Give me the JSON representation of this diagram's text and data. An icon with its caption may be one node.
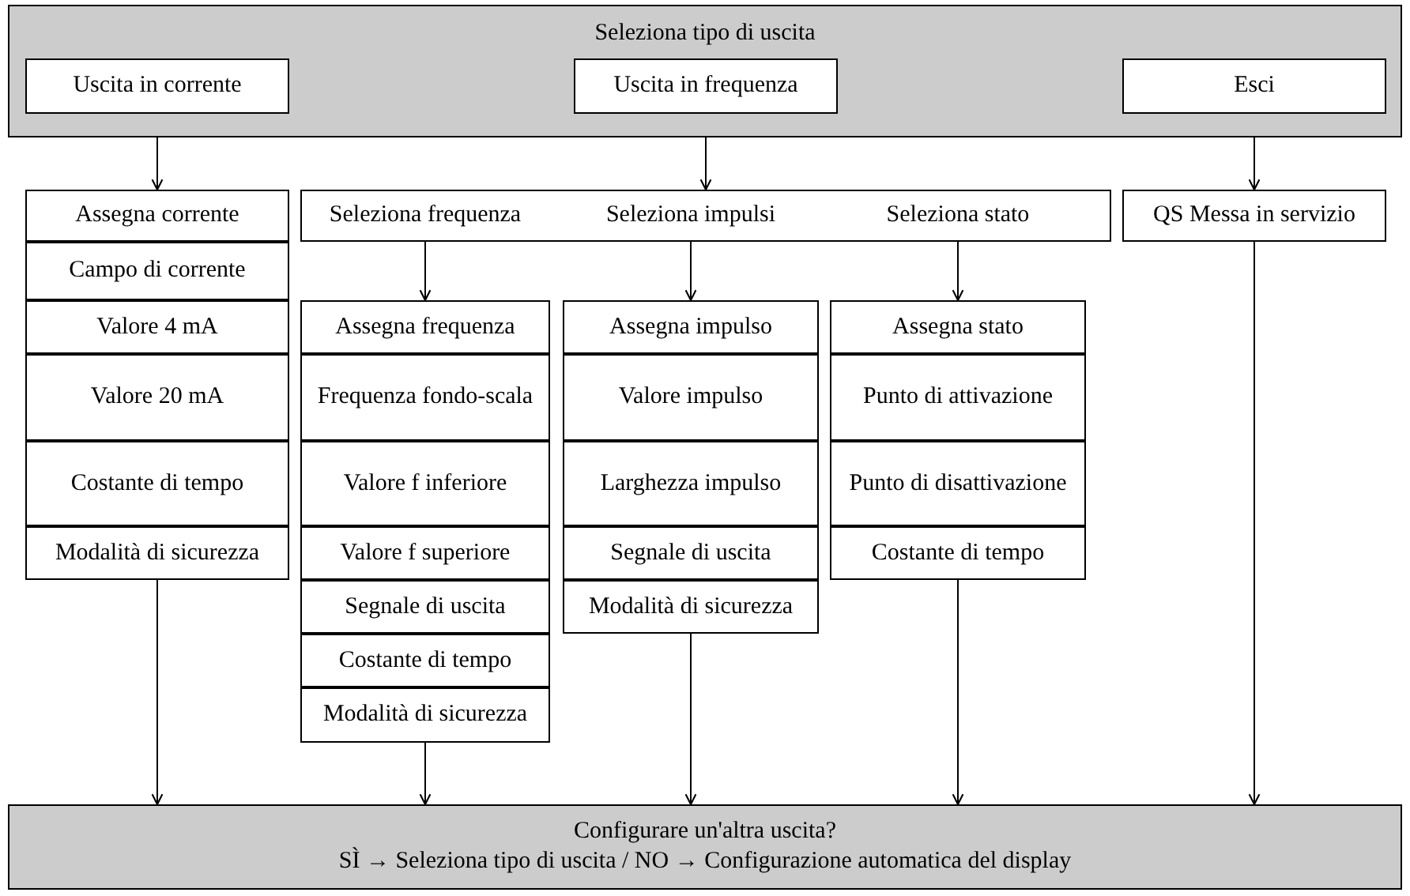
{
  "diagram": {
    "nodes": [
      {
        "text": [
          "Seleziona tipo di uscita"
        ]
      },
      {
        "text": [
          "Uscita in corrente"
        ],
        "in": 0
      },
      {
        "text": [
          "Uscita in frequenza"
        ],
        "in": 0
      },
      {
        "text": [
          "Esci"
        ],
        "in": 0
      },
      {
        "text": [
          "Assegna corrente"
        ]
      },
      {
        "text": [
          "Campo di corrente"
        ]
      },
      {
        "text": [
          "Valore 4 mA"
        ]
      },
      {
        "text": [
          "Valore 20 mA"
        ]
      },
      {
        "text": [
          "Costante di tempo"
        ]
      },
      {
        "text": [
          "Modalità di sicurezza"
        ]
      },
      {
        "text": [
          "Seleziona frequenza",
          "Seleziona impulsi",
          "Seleziona stato"
        ]
      },
      {
        "text": [
          "QS Messa in servizio"
        ]
      },
      {
        "text": [
          "Assegna frequenza"
        ]
      },
      {
        "text": [
          "Frequenza fondo-scala"
        ]
      },
      {
        "text": [
          "Valore f inferiore"
        ]
      },
      {
        "text": [
          "Valore f superiore"
        ]
      },
      {
        "text": [
          "Segnale di uscita"
        ]
      },
      {
        "text": [
          "Costante di tempo"
        ]
      },
      {
        "text": [
          "Modalità di sicurezza"
        ]
      },
      {
        "text": [
          "Assegna impulso"
        ]
      },
      {
        "text": [
          "Valore impulso"
        ]
      },
      {
        "text": [
          "Larghezza impulso"
        ]
      },
      {
        "text": [
          "Segnale di uscita"
        ]
      },
      {
        "text": [
          "Modalità di sicurezza"
        ]
      },
      {
        "text": [
          "Assegna stato"
        ]
      },
      {
        "text": [
          "Punto di attivazione"
        ]
      },
      {
        "text": [
          "Punto di disattivazione"
        ]
      },
      {
        "text": [
          "Costante di tempo"
        ]
      },
      {
        "text": [
          "Configurare un'altra uscita?",
          "SÌ → Seleziona tipo di uscita / NO → Configurazione automatica del display"
        ]
      }
    ],
    "edges": [
      {
        "from": 1,
        "to": 4,
        "arrow": "to"
      },
      {
        "from": 2,
        "to": 10,
        "arrow": "to"
      },
      {
        "from": 3,
        "to": 11,
        "arrow": "to"
      },
      {
        "from": 10,
        "to": 12,
        "arrow": "to"
      },
      {
        "from": 10,
        "to": 19,
        "arrow": "to"
      },
      {
        "from": 10,
        "to": 24,
        "arrow": "to"
      },
      {
        "from": 9,
        "to": 28,
        "arrow": "to"
      },
      {
        "from": 18,
        "to": 28,
        "arrow": "to"
      },
      {
        "from": 23,
        "to": 28,
        "arrow": "to"
      },
      {
        "from": 27,
        "to": 28,
        "arrow": "to"
      },
      {
        "from": 11,
        "to": 28,
        "arrow": "to"
      }
    ]
  }
}
